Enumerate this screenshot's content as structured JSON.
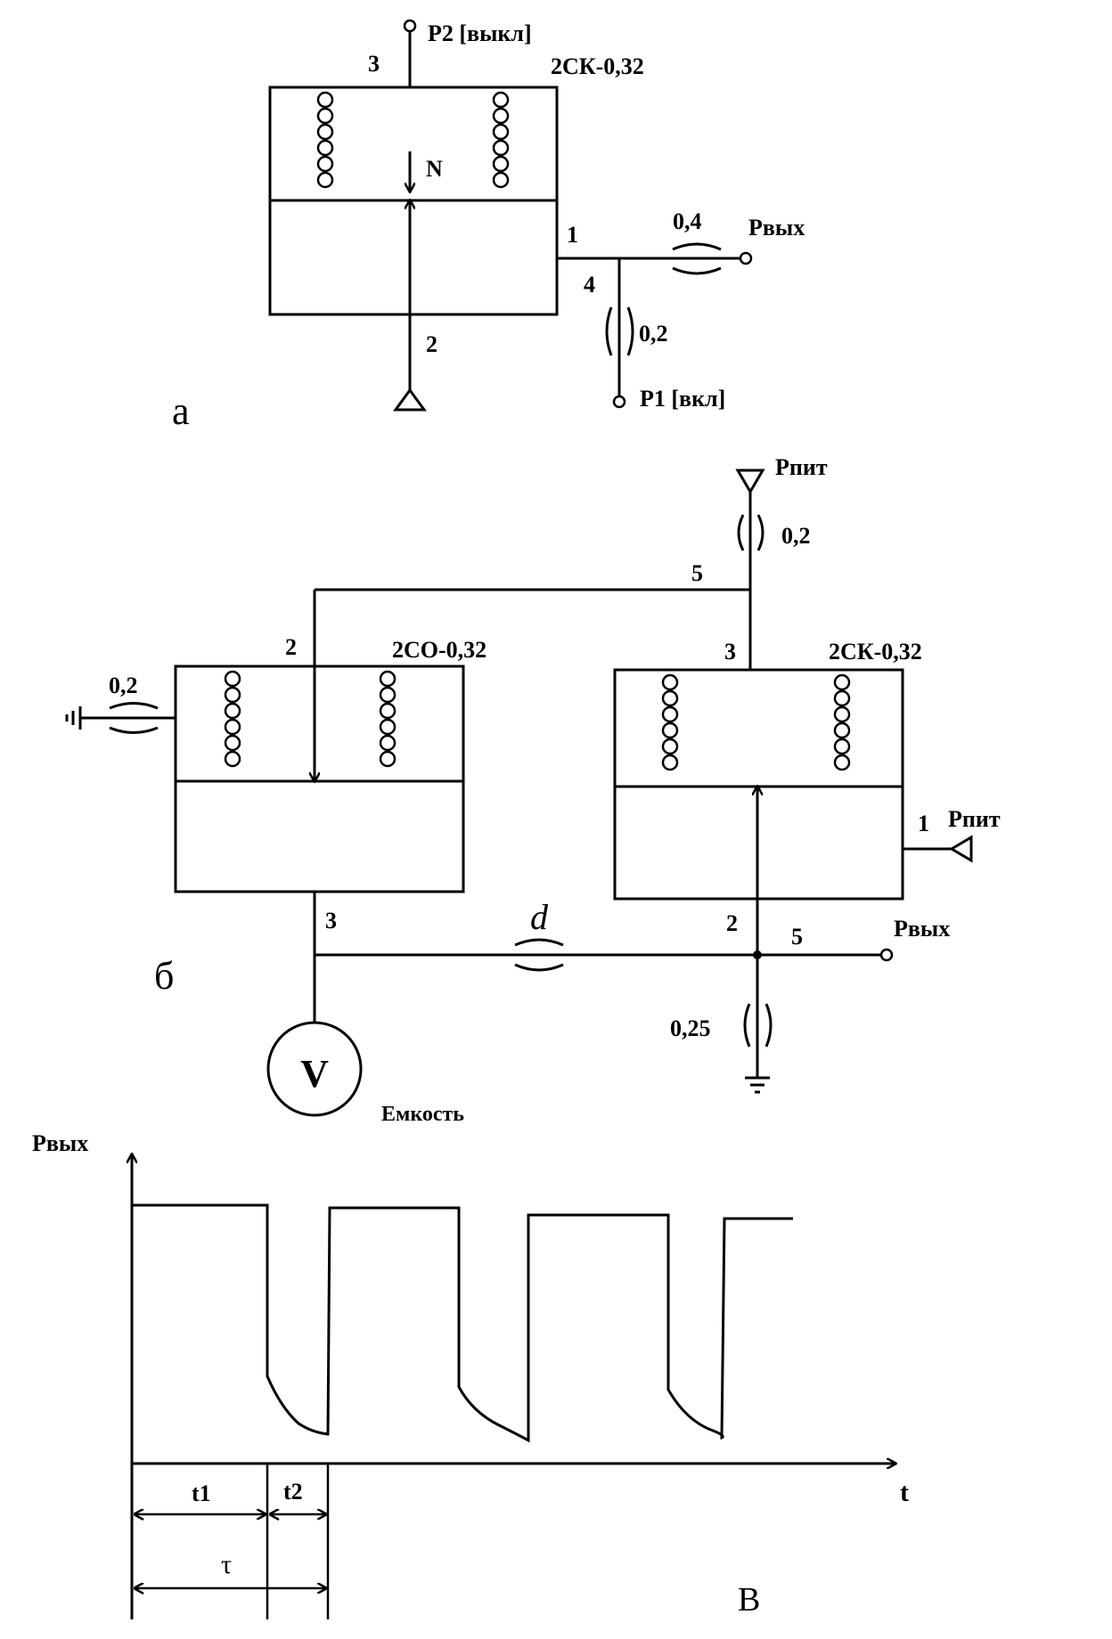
{
  "diagram_a": {
    "panel_label": "а",
    "device": "2СК-0,32",
    "port_3": "3",
    "port_2": "2",
    "port_1": "1",
    "port_4": "4",
    "signal_p2": "P2 [выкл]",
    "signal_p1": "P1 [вкл]",
    "signal_out": "Рвых",
    "throttle_out": "0,4",
    "throttle_p1": "0,2",
    "force_label": "N"
  },
  "diagram_b": {
    "panel_label": "б",
    "device_left": "2СО-0,32",
    "device_right": "2СК-0,32",
    "supply_top": "Рпит",
    "supply_right": "Рпит",
    "throttle_supply": "0,2",
    "throttle_vent": "0,2",
    "throttle_d": "d",
    "throttle_ground": "0,25",
    "node_5_top": "5",
    "left_port_2": "2",
    "left_port_3": "3",
    "right_port_3": "3",
    "right_port_1": "1",
    "right_port_2": "2",
    "node_5_out": "5",
    "signal_out": "Рвых",
    "volume_symbol": "V",
    "volume_label": "Емкость"
  },
  "diagram_c": {
    "panel_label": "в",
    "y_axis": "Рвых",
    "x_axis": "t",
    "interval_t1": "t1",
    "interval_t2": "t2",
    "period": "τ"
  }
}
